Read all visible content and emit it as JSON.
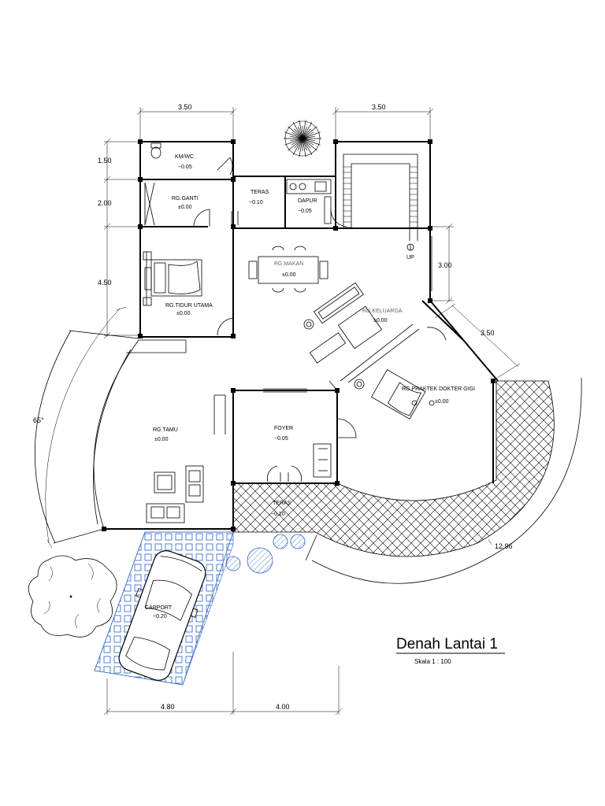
{
  "title": "Denah Lantai 1",
  "scale_label": "Skala 1 : 100",
  "dimensions": {
    "top_left": "3.50",
    "top_right": "3.50",
    "left_1": "1.50",
    "left_2": "2.00",
    "left_3": "4.50",
    "right_1": "3.00",
    "right_2": "3.50",
    "bottom_1": "4.80",
    "bottom_2": "4.00",
    "angle": "65°",
    "radius": "12.96"
  },
  "rooms": {
    "km_wc": {
      "name": "KM/WC",
      "level": "−0.05"
    },
    "rg_ganti": {
      "name": "RG.GANTI",
      "level": "±0.00"
    },
    "teras_top": {
      "name": "TERAS",
      "level": "−0.10"
    },
    "dapur": {
      "name": "DAPUR",
      "level": "−0.05"
    },
    "rg_makan": {
      "name": "RG.MAKAN",
      "level": "±0.00"
    },
    "rg_tidur": {
      "name": "RG.TIDUR  UTAMA",
      "level": "±0.00"
    },
    "rg_keluarga": {
      "name": "RG.KELUARGA",
      "level": "±0.00"
    },
    "rg_praktek": {
      "name": "RG.PRAKTEK DOKTER GIGI",
      "level": "±0.00"
    },
    "rg_tamu": {
      "name": "RG.TAMU",
      "level": "±0.00"
    },
    "foyer": {
      "name": "FOYER",
      "level": "−0.05"
    },
    "teras_bottom": {
      "name": "TERAS",
      "level": "−0.10"
    },
    "carport": {
      "name": "CARPORT",
      "level": "−0.20"
    }
  },
  "stair_label": "UP"
}
